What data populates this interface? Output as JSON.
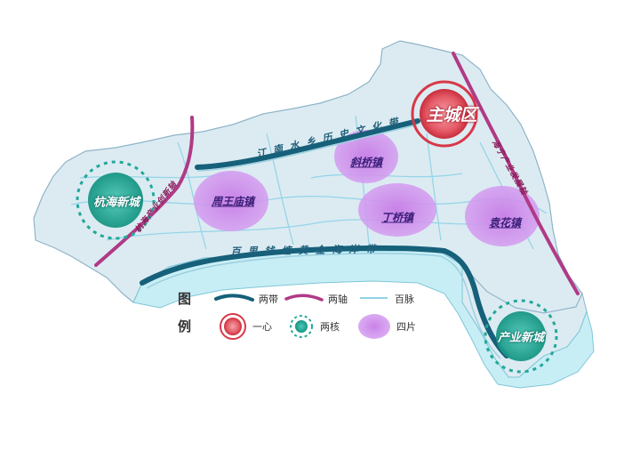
{
  "core": {
    "main": "主城区"
  },
  "sub_cores": [
    {
      "id": "hanghai",
      "label": "杭海新城"
    },
    {
      "id": "chanye",
      "label": "产业新城"
    }
  ],
  "towns": [
    {
      "id": "zhouwangmiao",
      "label": "周王庙镇"
    },
    {
      "id": "xieqiao",
      "label": "斜桥镇"
    },
    {
      "id": "dingqiao",
      "label": "丁桥镇"
    },
    {
      "id": "yuanhua",
      "label": "袁花镇"
    }
  ],
  "belts": {
    "north": "江南水乡历史文化带",
    "south": "百里钱塘黄金海岸带"
  },
  "axes": {
    "west": "杭海产业创新轴",
    "east": "海宁产业发展轴"
  },
  "legend": {
    "title_chars": [
      "图",
      "例"
    ],
    "items": [
      {
        "id": "belt",
        "label": "两带"
      },
      {
        "id": "axis",
        "label": "两轴"
      },
      {
        "id": "vein",
        "label": "百脉"
      },
      {
        "id": "core",
        "label": "一心"
      },
      {
        "id": "subcore",
        "label": "两核"
      },
      {
        "id": "zone",
        "label": "四片"
      }
    ]
  },
  "colors": {
    "land": "#dcebf2",
    "river": "#c8eef5",
    "belt": "#16607a",
    "axis": "#b03a86",
    "vein": "#8fd3e8",
    "core": "#d83848",
    "subcore": "#23a89a",
    "zone": "#c77ce6"
  }
}
